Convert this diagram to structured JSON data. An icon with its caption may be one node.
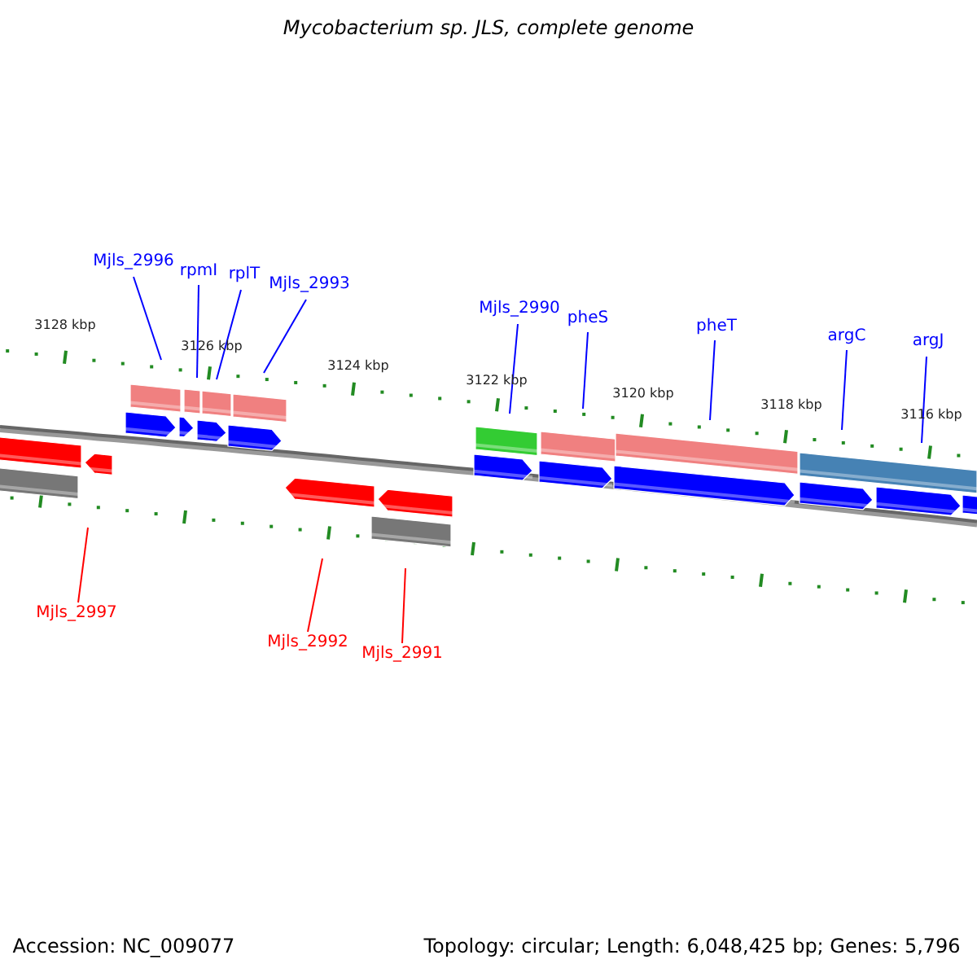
{
  "diagram": {
    "title": "Mycobacterium sp. JLS, complete genome",
    "nodes": [
      {
        "text": [
          "Mjls_2996"
        ]
      },
      {
        "text": [
          "rpmI"
        ]
      },
      {
        "text": [
          "rplT"
        ]
      },
      {
        "text": [
          "Mjls_2993"
        ]
      },
      {
        "text": [
          "Mjls_2990"
        ]
      },
      {
        "text": [
          "pheS"
        ]
      },
      {
        "text": [
          "pheT"
        ]
      },
      {
        "text": [
          "argC"
        ]
      },
      {
        "text": [
          "argJ"
        ]
      },
      {
        "text": [
          "Mjls_2997"
        ]
      },
      {
        "text": [
          "Mjls_2992"
        ]
      },
      {
        "text": [
          "Mjls_2991"
        ]
      }
    ],
    "edges": [
      {
        "from": 0,
        "to": null,
        "arrow": "none"
      },
      {
        "from": 1,
        "to": null,
        "arrow": "none"
      },
      {
        "from": 2,
        "to": null,
        "arrow": "none"
      },
      {
        "from": 3,
        "to": null,
        "arrow": "none"
      },
      {
        "from": 4,
        "to": null,
        "arrow": "none"
      },
      {
        "from": 5,
        "to": null,
        "arrow": "none"
      },
      {
        "from": 6,
        "to": null,
        "arrow": "none"
      },
      {
        "from": 7,
        "to": null,
        "arrow": "none"
      },
      {
        "from": 8,
        "to": null,
        "arrow": "none"
      },
      {
        "from": 9,
        "to": null,
        "arrow": "none",
        "color": "#ff0000"
      },
      {
        "from": 10,
        "to": null,
        "arrow": "none",
        "color": "#ff0000"
      },
      {
        "from": 11,
        "to": null,
        "arrow": "none",
        "color": "#ff0000"
      }
    ],
    "labels": [
      "3128 kbp",
      "3126 kbp",
      "3124 kbp",
      "3122 kbp",
      "3120 kbp",
      "3118 kbp",
      "3116 kbp",
      "Accession: NC_009077",
      "Topology: circular; Length: 6,048,425 bp; Genes: 5,796"
    ]
  }
}
